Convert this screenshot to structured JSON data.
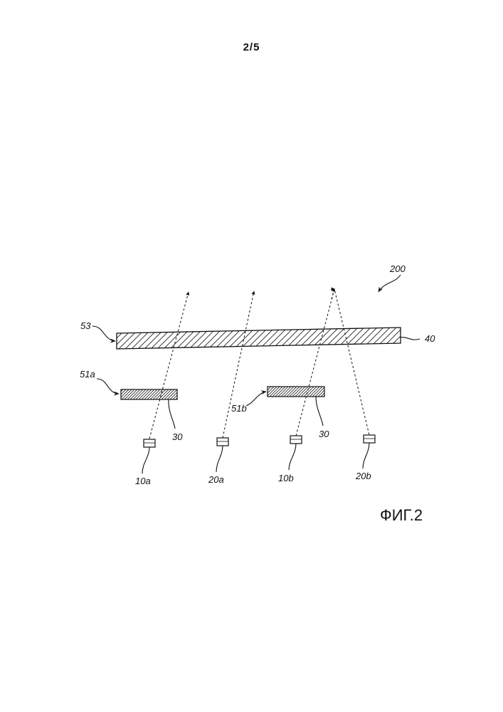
{
  "page": {
    "number": "2/5"
  },
  "figure": {
    "title": "ФИГ.2",
    "labels": {
      "assembly": "200",
      "top_layer_ref": "53",
      "top_layer": "40",
      "left_element_ref": "51a",
      "right_element_ref": "51b",
      "left_element": "30",
      "right_element": "30",
      "emitter_a": "10a",
      "detector_a": "20a",
      "emitter_b": "10b",
      "detector_b": "20b"
    }
  }
}
